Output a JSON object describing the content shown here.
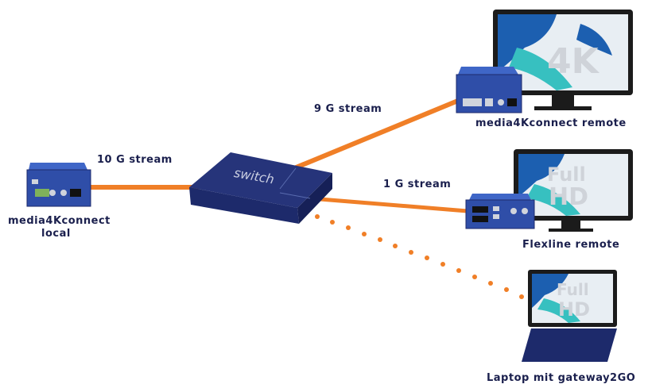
{
  "colors": {
    "link": "#f07f27",
    "device_dark": "#1d2a6b",
    "device_mid": "#2f4ea8",
    "device_light": "#3f66c7",
    "label": "#1a1f4d",
    "screen_bg": "#0a1b4a",
    "art_blue": "#1c5fb0",
    "art_teal": "#37c0c0",
    "big_text": "#d6d9df"
  },
  "switch": {
    "label": "switch"
  },
  "links": {
    "local_to_switch": "10 G stream",
    "switch_to_4k": "9 G stream",
    "switch_to_flexline": "1 G stream"
  },
  "devices": {
    "local": {
      "line1": "media4Kconnect",
      "line2": "local"
    },
    "remote_4k": {
      "label": "media4Kconnect remote",
      "screen_text": "4K"
    },
    "flexline": {
      "label": "Flexline remote",
      "screen_text_1": "Full",
      "screen_text_2": "HD"
    },
    "laptop": {
      "label": "Laptop mit gateway2GO",
      "screen_text_1": "Full",
      "screen_text_2": "HD"
    }
  }
}
